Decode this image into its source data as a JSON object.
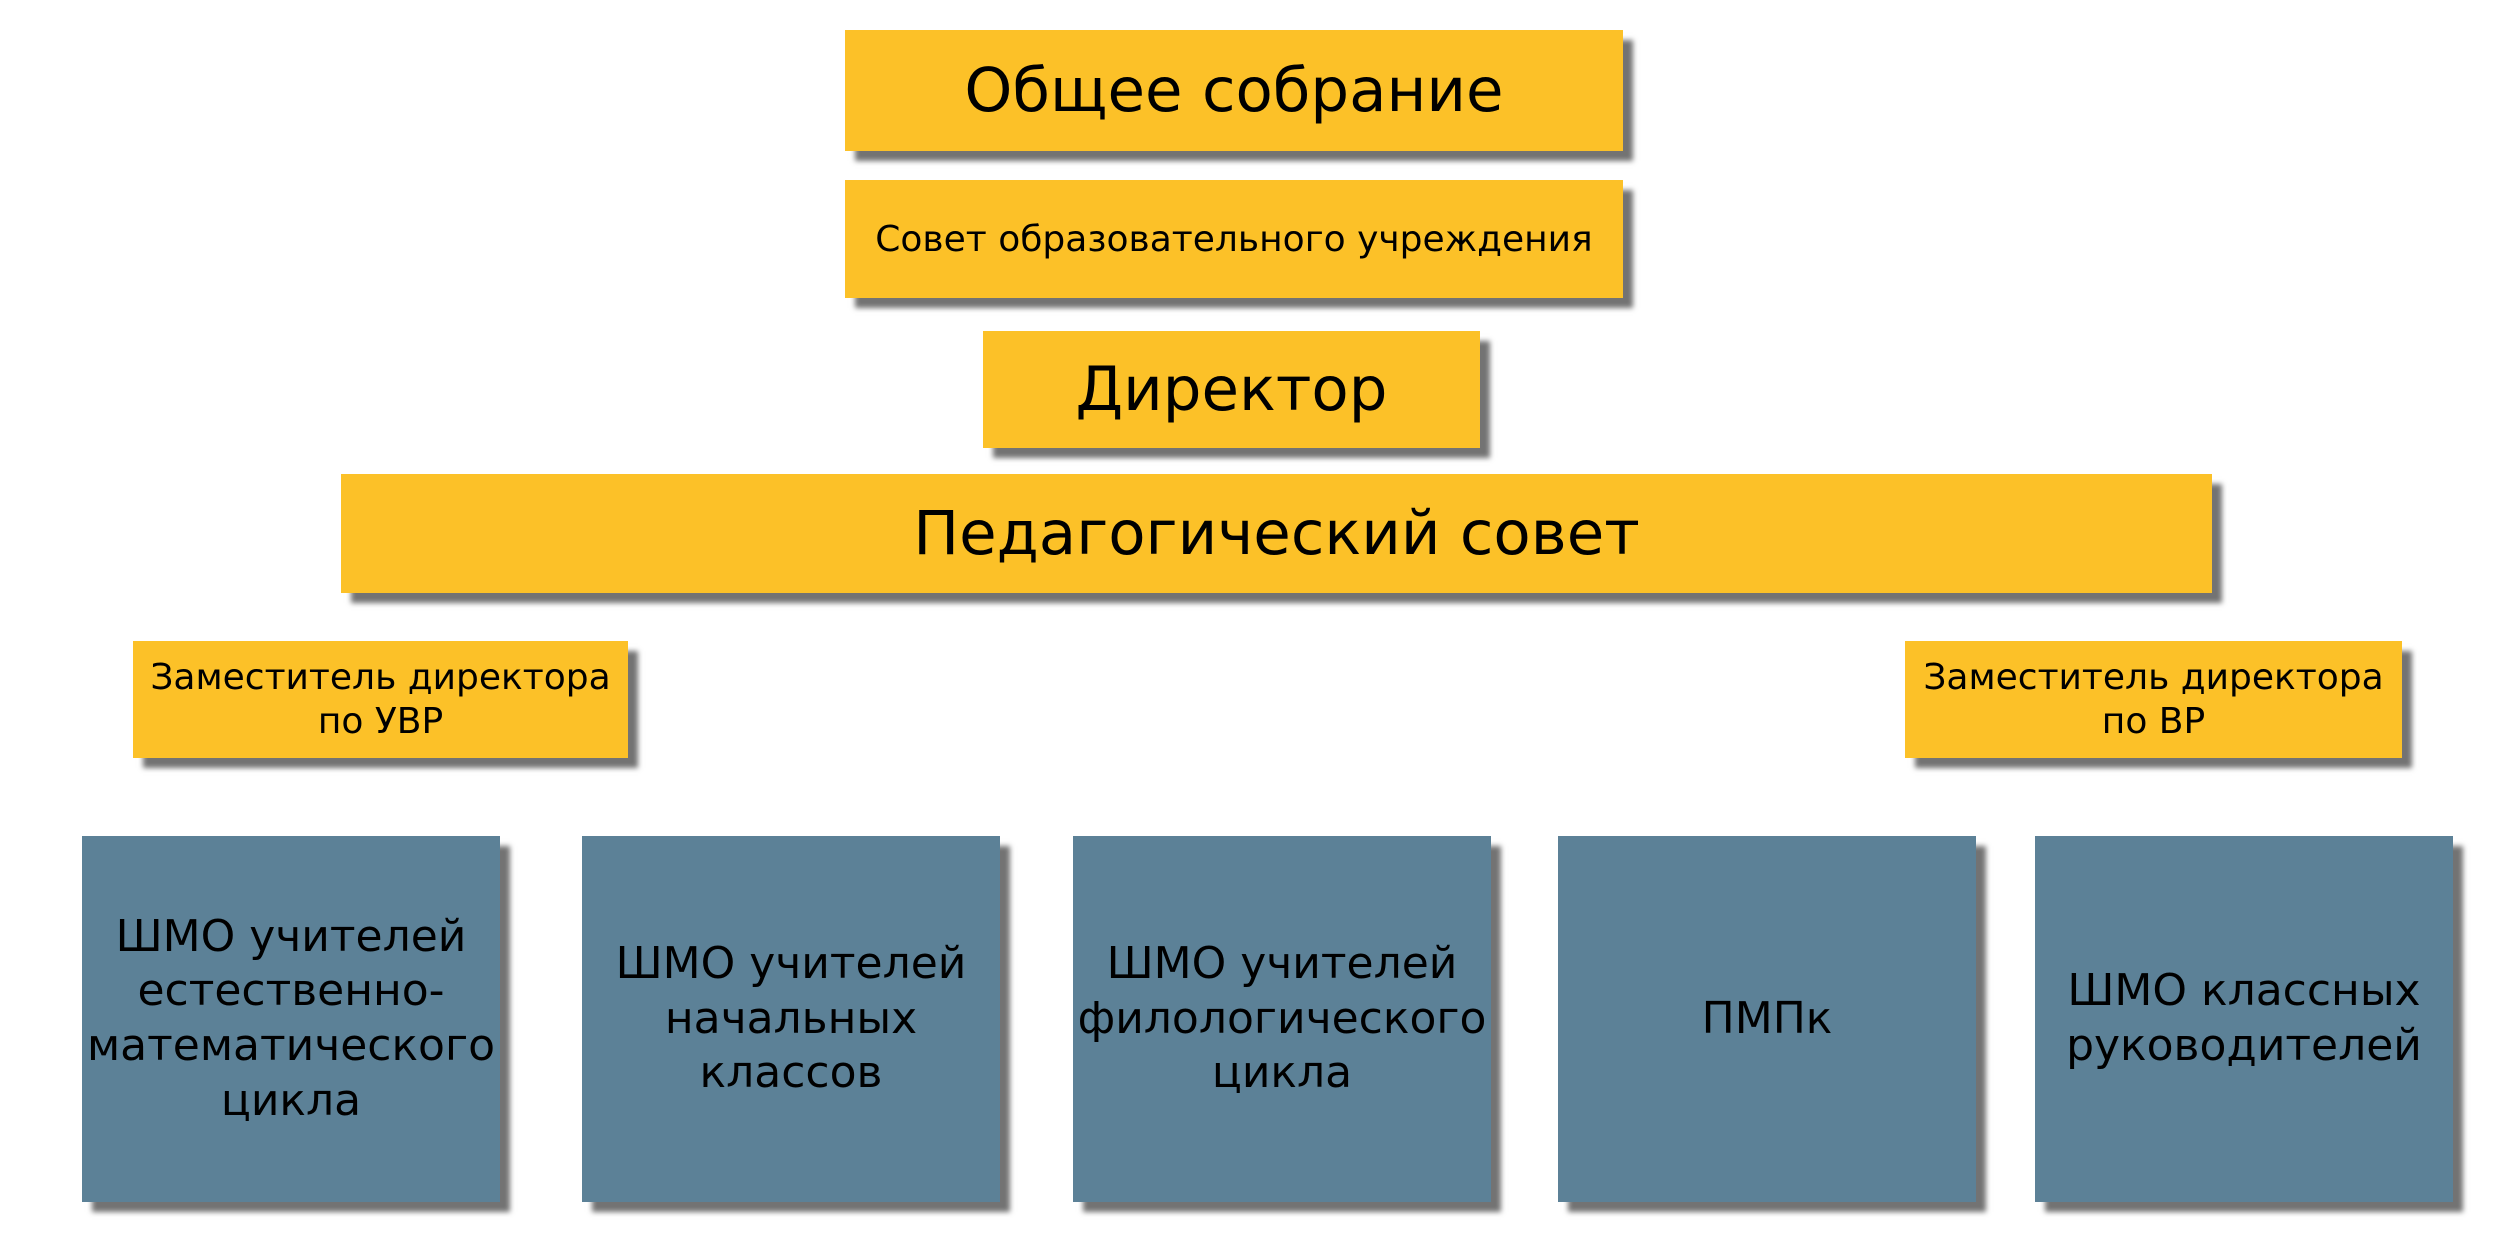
{
  "diagram": {
    "top_boxes": {
      "general_meeting": "Общее собрание",
      "council": "Совет образовательного учреждения",
      "director": "Директор",
      "pedagogical_council": "Педагогический совет"
    },
    "deputies": {
      "uvr": [
        "Заместитель директора",
        "по УВР"
      ],
      "vr": [
        "Заместитель директора",
        "по ВР"
      ]
    },
    "bottom_boxes": {
      "math": [
        "ШМО учителей",
        "естественно-",
        "математического",
        "цикла"
      ],
      "primary": [
        "ШМО учителей",
        "начальных",
        "классов"
      ],
      "philology": [
        "ШМО учителей",
        "филологического",
        "цикла"
      ],
      "pmpk": [
        "ПМПк"
      ],
      "class_teachers": [
        "ШМО классных",
        "руководителей"
      ]
    },
    "colors": {
      "yellow": "#fcc128",
      "blue": "#5c8197"
    }
  }
}
